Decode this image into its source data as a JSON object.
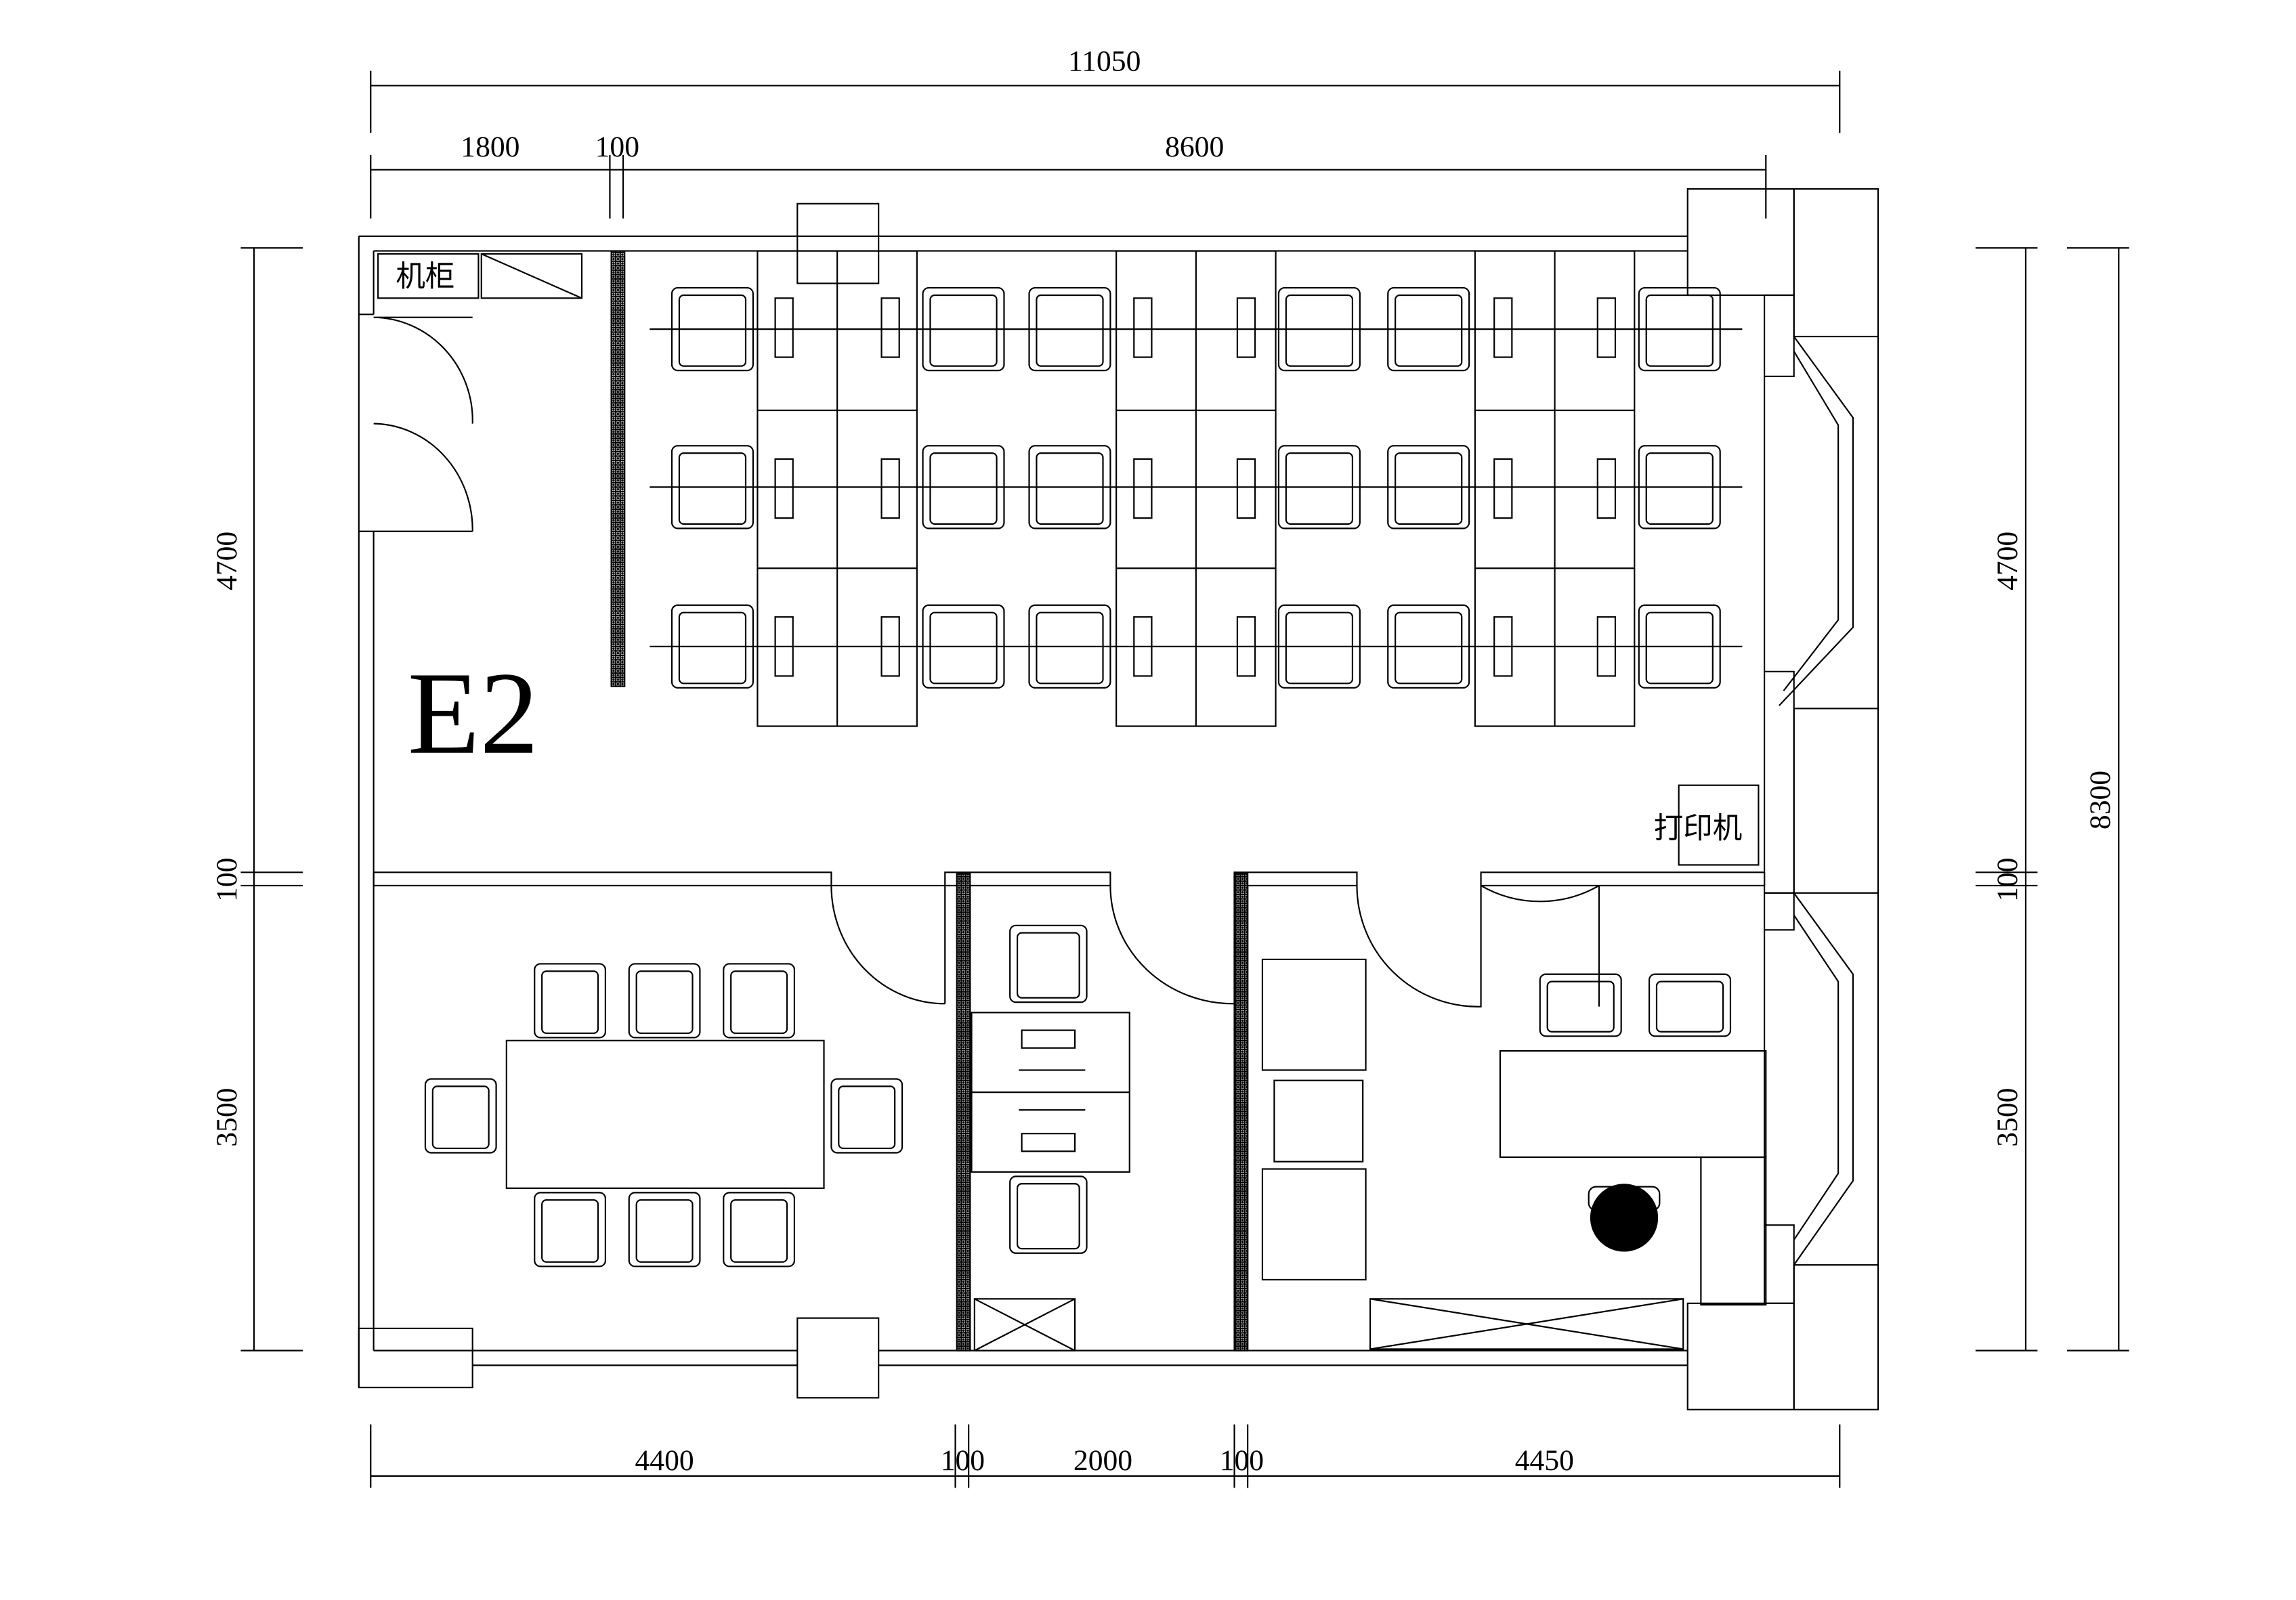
{
  "room_label": "E2",
  "labels": {
    "cabinet": "机柜",
    "printer": "打印机"
  },
  "dimensions": {
    "top_total": "11050",
    "top_left": "1800",
    "top_wall": "100",
    "top_right": "8600",
    "bottom_left": "4400",
    "bottom_wall1": "100",
    "bottom_mid": "2000",
    "bottom_wall2": "100",
    "bottom_right": "4450",
    "left_upper": "4700",
    "left_wall": "100",
    "left_lower": "3500",
    "right_upper": "4700",
    "right_wall": "100",
    "right_lower": "3500",
    "right_total": "8300"
  }
}
